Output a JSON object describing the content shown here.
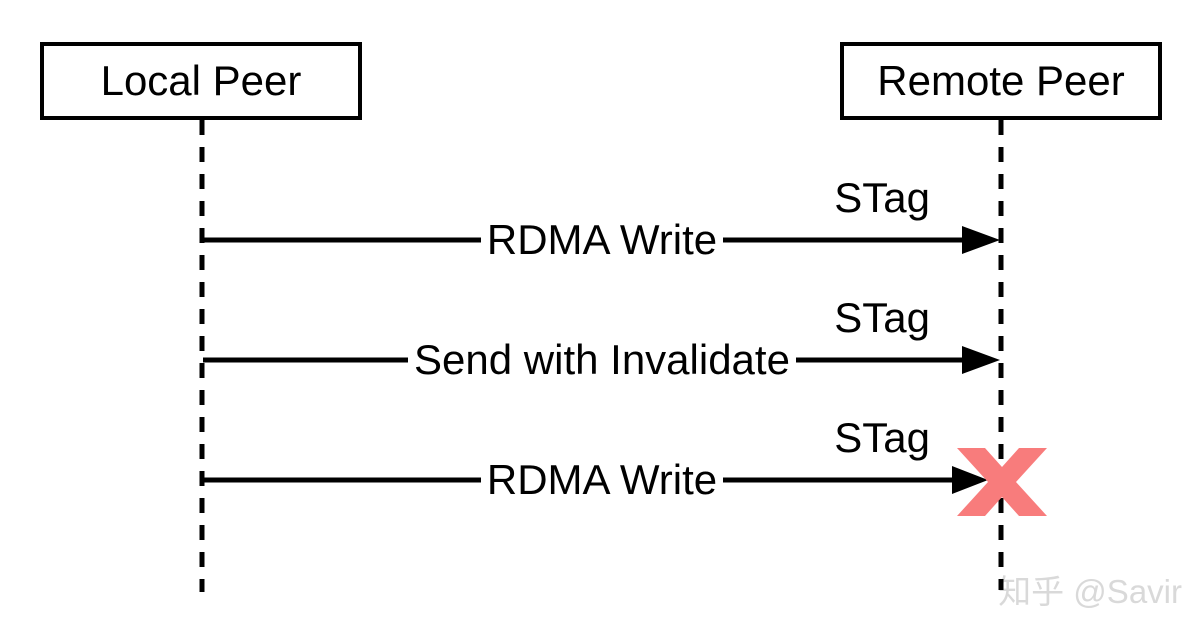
{
  "diagram": {
    "type": "sequence-diagram",
    "actors": [
      {
        "label": "Local Peer"
      },
      {
        "label": "Remote Peer"
      }
    ],
    "messages": [
      {
        "label": "RDMA Write",
        "tag": "STag",
        "from": "Local Peer",
        "to": "Remote Peer",
        "delivered": true
      },
      {
        "label": "Send with Invalidate",
        "tag": "STag",
        "from": "Local Peer",
        "to": "Remote Peer",
        "delivered": true
      },
      {
        "label": "RDMA Write",
        "tag": "STag",
        "from": "Local Peer",
        "to": "Remote Peer",
        "delivered": false
      }
    ],
    "failure_marker": "X",
    "colors": {
      "line": "#000000",
      "failure_x": "#f87c7c",
      "watermark": "#d9d9d9"
    },
    "watermark": "知乎 @Savir"
  }
}
